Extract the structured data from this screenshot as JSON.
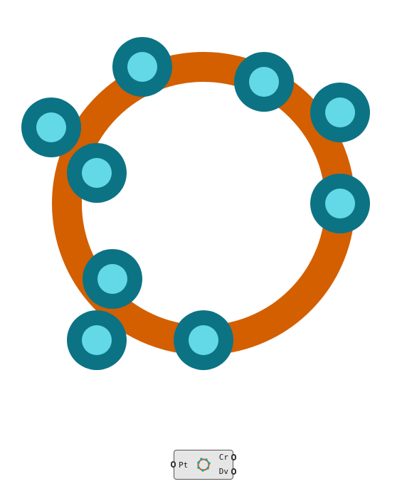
{
  "scene": {
    "curve": {
      "name": "circle",
      "stroke_color": "#d35f00"
    },
    "point_marker": {
      "outer_color": "#0c7385",
      "inner_color": "#63d9e8"
    },
    "points_count": 9
  },
  "component": {
    "input_label": "Pt",
    "output_labels": [
      "Cr",
      "Dv"
    ],
    "icon": "circle-fit-icon",
    "icon_colors": {
      "ring": "#d35f00",
      "dots": "#1ea0b4"
    }
  }
}
